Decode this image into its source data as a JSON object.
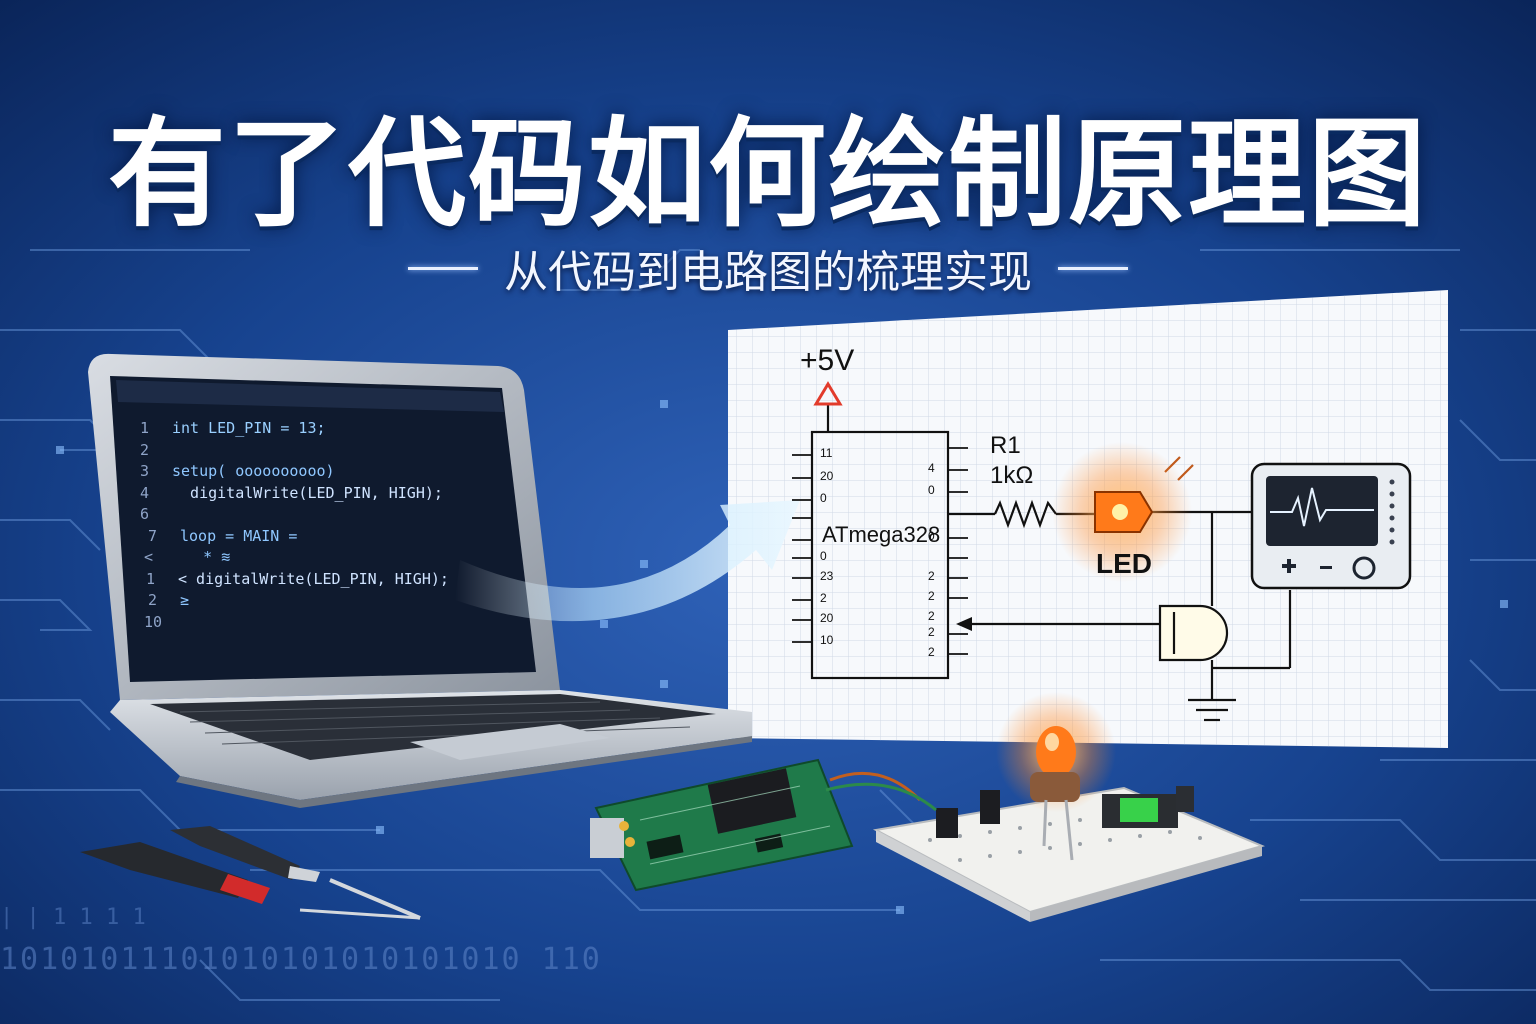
{
  "title": "有了代码如何绘制原理图",
  "subtitle": "从代码到电路图的梳理实现",
  "code_editor": {
    "lines": [
      {
        "n": "1",
        "text": "int LED_PIN = 13;"
      },
      {
        "n": "2",
        "text": ""
      },
      {
        "n": "3",
        "text": "setup( oooooooooo)"
      },
      {
        "n": "4",
        "text": "  digitalWrite(LED_PIN, HIGH);"
      },
      {
        "n": "6",
        "text": ""
      },
      {
        "n": "7",
        "text": "loop = MAIN ="
      },
      {
        "n": "<",
        "text": "   * ≋"
      },
      {
        "n": "1",
        "text": "< digitalWrite(LED_PIN, HIGH);"
      },
      {
        "n": "2",
        "text": "≥"
      },
      {
        "n": "10",
        "text": ""
      }
    ]
  },
  "schematic": {
    "supply_label": "+5V",
    "chip_label": "ATmega328",
    "resistor_name": "R1",
    "resistor_value": "1kΩ",
    "led_label": "LED",
    "left_pins": [
      "11",
      "20",
      "0",
      "",
      "",
      "0",
      "23",
      "2",
      "20",
      "10"
    ],
    "right_pins": [
      "",
      "4",
      "0",
      "0",
      "",
      "2",
      "2",
      "2",
      "2",
      "2"
    ]
  },
  "binary_strip": "10101011101010101010101010 110",
  "tick_strip": "| | 1 1 1 1",
  "colors": {
    "background": "#0b2a66",
    "accent_glow": "#7cc7ff",
    "led_orange": "#ff7a1a",
    "pcb_green": "#1f7a4a"
  }
}
